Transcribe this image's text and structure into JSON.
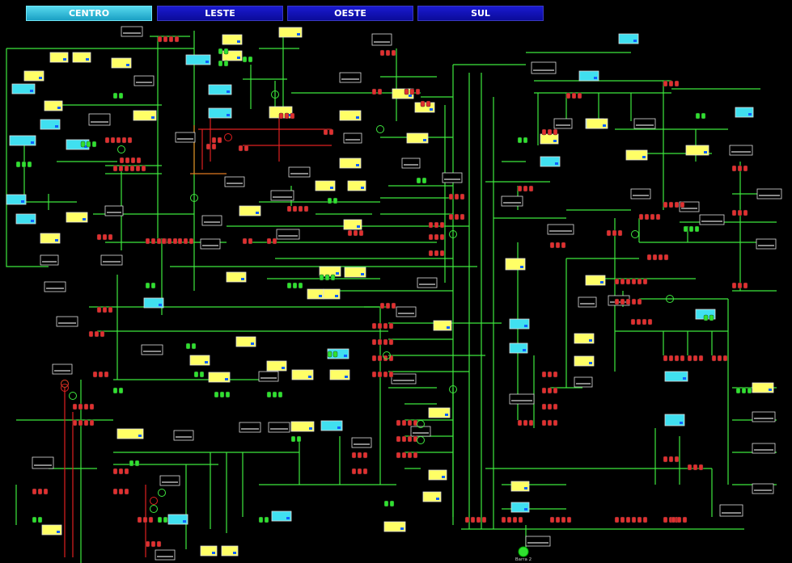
{
  "tabs": [
    {
      "label": "CENTRO",
      "active": true
    },
    {
      "label": "LESTE",
      "active": false
    },
    {
      "label": "OESTE",
      "active": false
    },
    {
      "label": "SUL",
      "active": false
    }
  ],
  "footer": {
    "station_label": "Barra 2"
  },
  "colors": {
    "line": "#3ee83e",
    "line_red": "#e02020",
    "line_orange": "#e07a20",
    "breaker_closed": "#e03030",
    "breaker_open": "#30e030",
    "box_yellow": "#ffff66",
    "box_cyan": "#40e0f0",
    "box_black": "#000000",
    "tab_active": "#3cc8e4",
    "tab_inactive": "#1010c0"
  }
}
